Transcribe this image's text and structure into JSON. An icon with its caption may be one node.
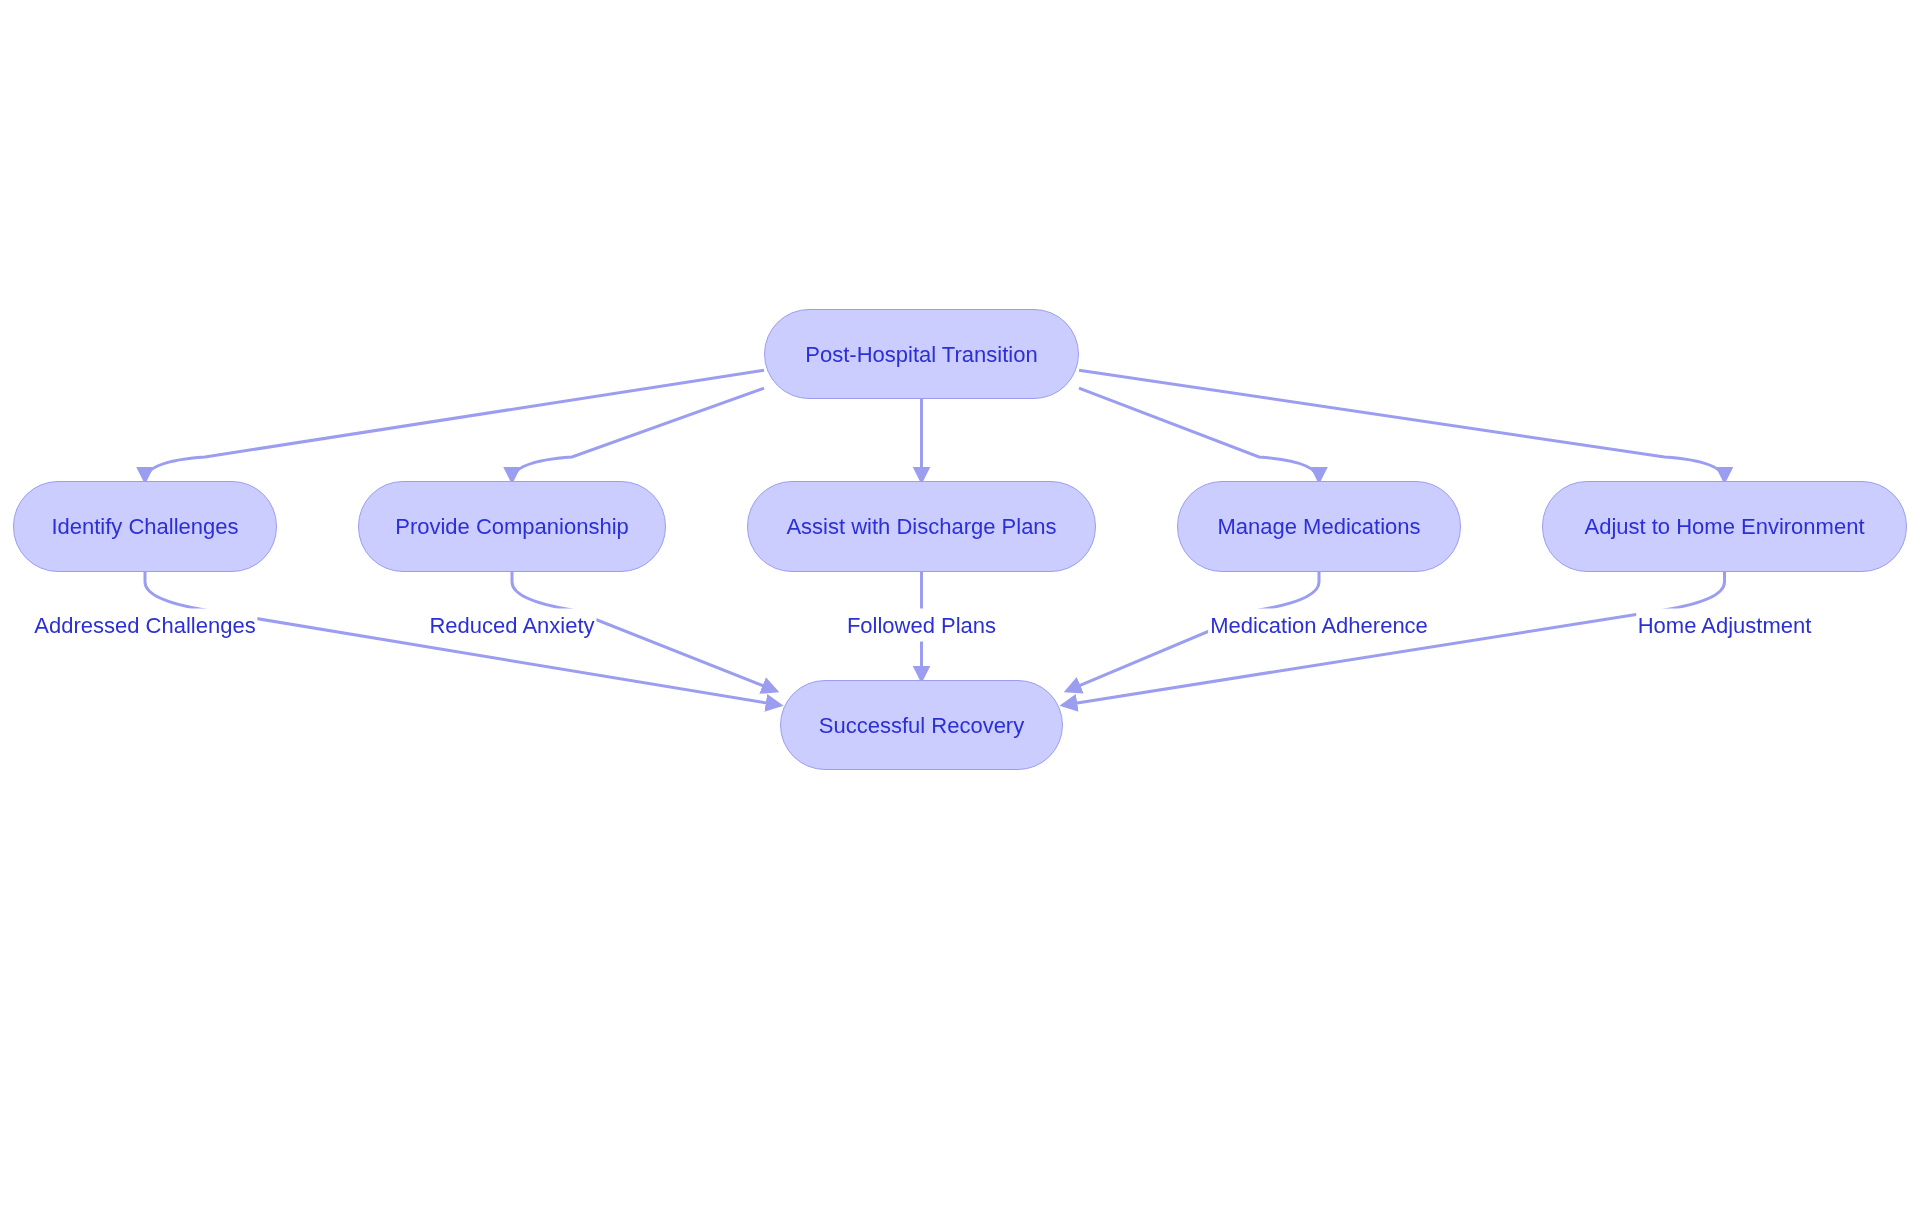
{
  "diagram": {
    "nodes": [
      {
        "text": [
          "Post-Hospital Transition"
        ]
      },
      {
        "text": [
          "Identify Challenges"
        ]
      },
      {
        "text": [
          "Provide Companionship"
        ]
      },
      {
        "text": [
          "Assist with Discharge Plans"
        ]
      },
      {
        "text": [
          "Manage Medications"
        ]
      },
      {
        "text": [
          "Adjust to Home Environment"
        ]
      },
      {
        "text": [
          "Successful Recovery"
        ]
      }
    ],
    "edges": [
      {
        "from": 0,
        "to": 1,
        "arrow": "to"
      },
      {
        "from": 0,
        "to": 2,
        "arrow": "to"
      },
      {
        "from": 0,
        "to": 3,
        "arrow": "to"
      },
      {
        "from": 0,
        "to": 4,
        "arrow": "to"
      },
      {
        "from": 0,
        "to": 5,
        "arrow": "to"
      },
      {
        "from": 1,
        "to": 6,
        "arrow": "to",
        "label": "Addressed Challenges"
      },
      {
        "from": 2,
        "to": 6,
        "arrow": "to",
        "label": "Reduced Anxiety"
      },
      {
        "from": 3,
        "to": 6,
        "arrow": "to",
        "label": "Followed Plans"
      },
      {
        "from": 4,
        "to": 6,
        "arrow": "to",
        "label": "Medication Adherence"
      },
      {
        "from": 5,
        "to": 6,
        "arrow": "to",
        "label": "Home Adjustment"
      }
    ]
  }
}
